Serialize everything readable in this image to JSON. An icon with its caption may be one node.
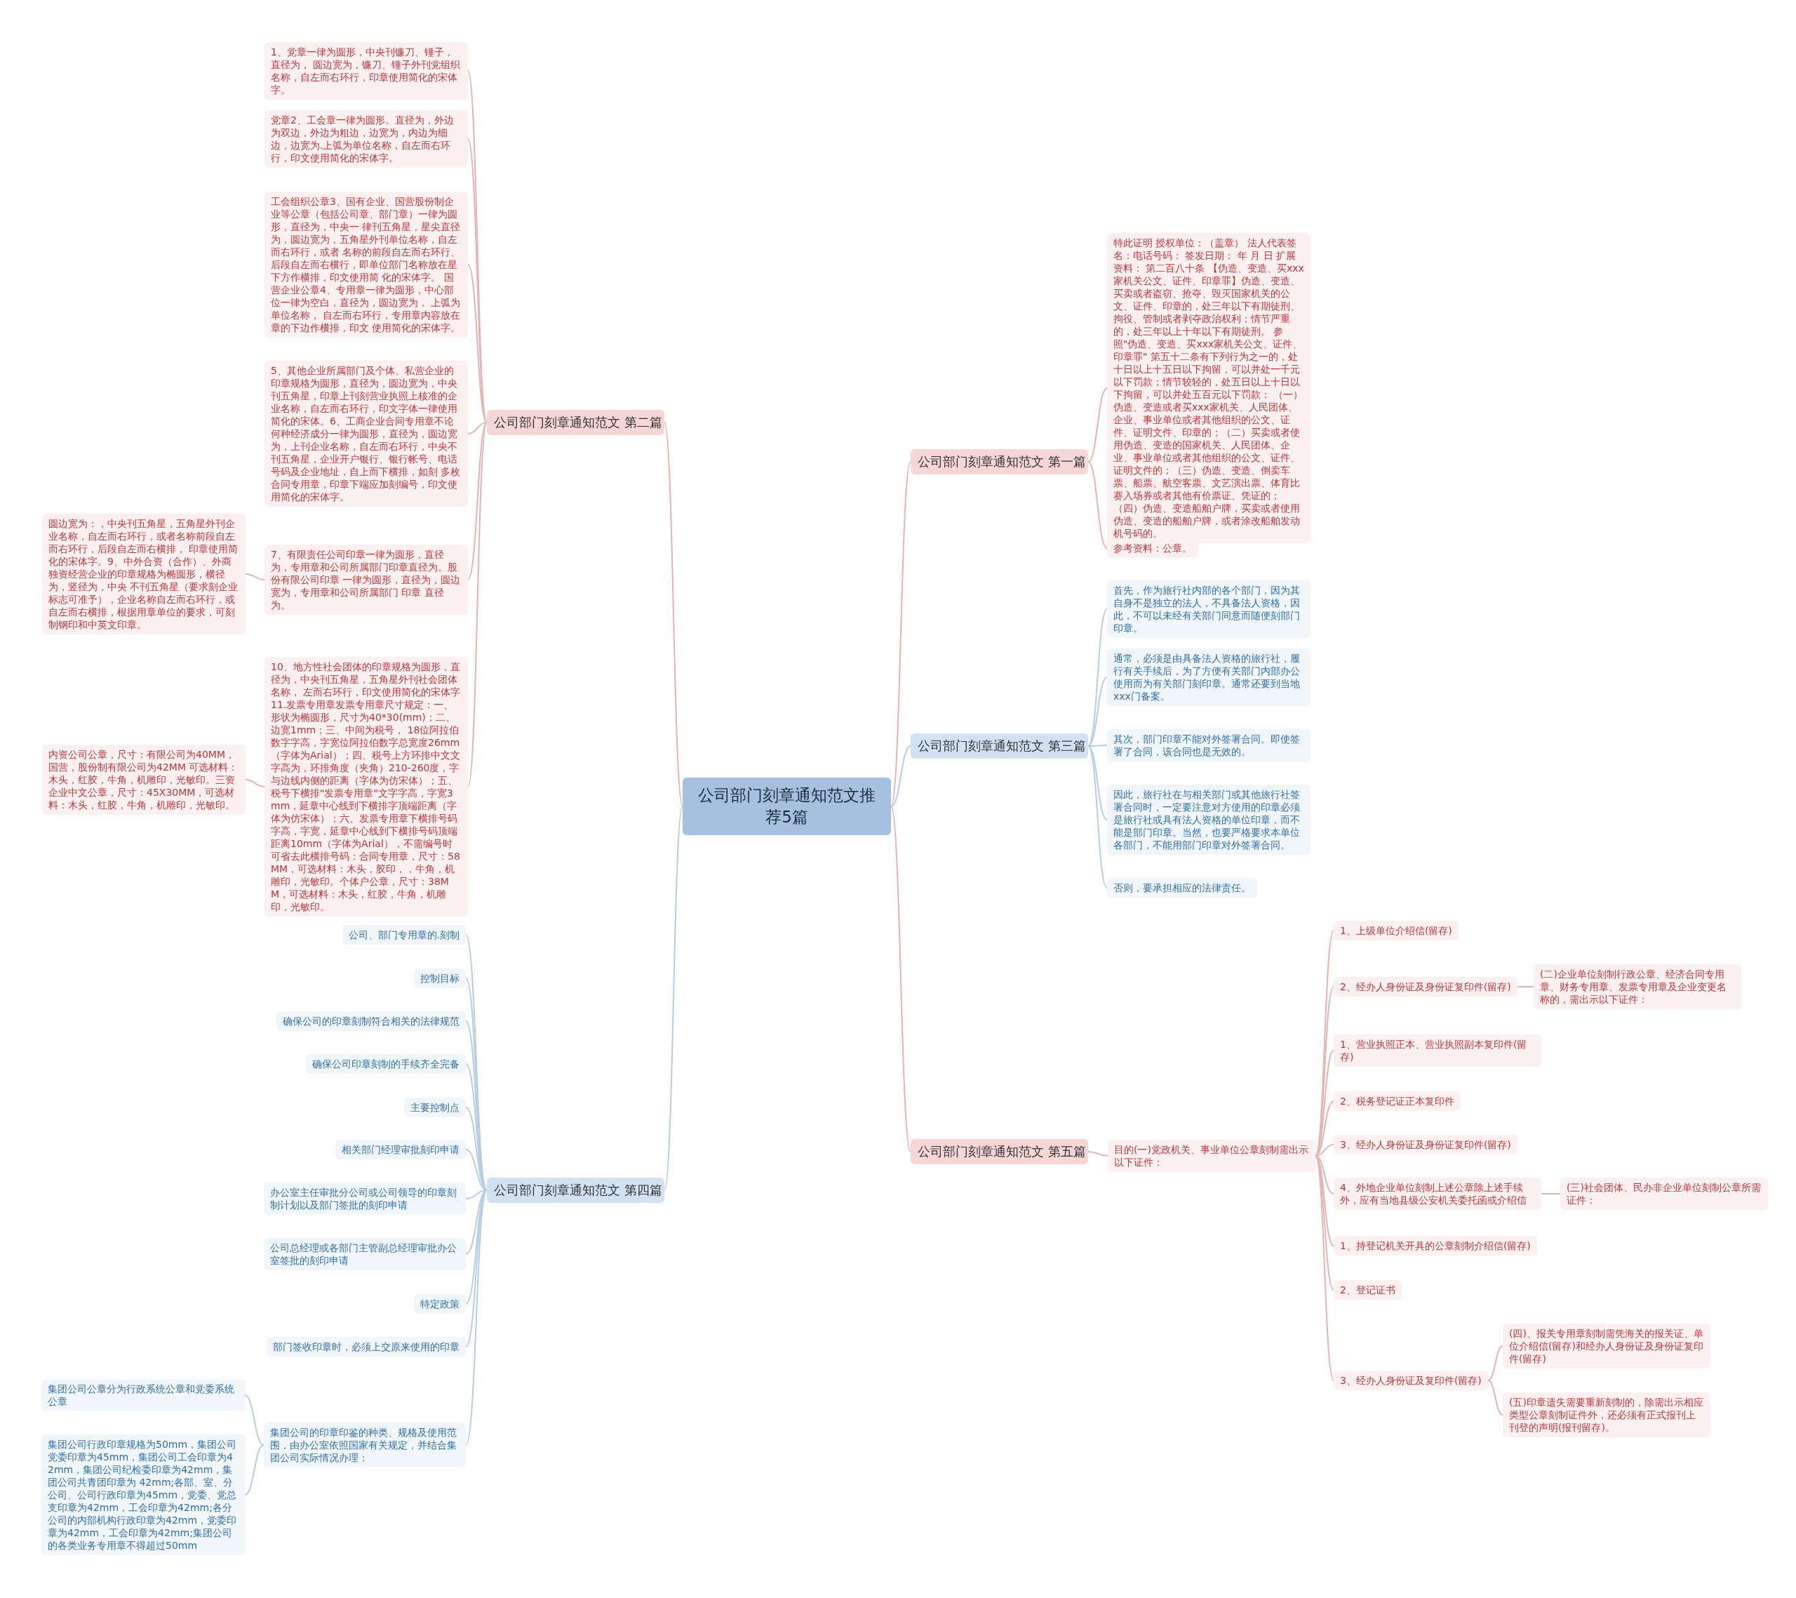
{
  "diagram": {
    "nodes": [
      {
        "text": [
          "公司部门刻章通知范文推荐5篇"
        ]
      },
      {
        "text": [
          "公司部门刻章通知范文 第二篇"
        ]
      },
      {
        "text": [
          "1、党章一律为圆形，中央刊镰刀、锤子，直径为， 圆边宽为，镰刀、锤子外刊党组织名称，自左而右环行，印章使用简化的宋体字。"
        ]
      },
      {
        "text": [
          "党章2、工会章一律为圆形。直径为，外边为双边，外边为粗边，边宽为，内边为细边，边宽为.上弧为单位名称，自左而右环行，印文使用简化的宋体字。"
        ]
      },
      {
        "text": [
          "工会组织公章3、国有企业、国营股份制企业等公章（包括公司章、部门章）一律为圆形，直径为，中央一 律刊五角星，星尖直径为，圆边宽为，五角星外刊单位名称，自左而右环行，或者 名称的前段自左而右环行、后段自左而右横行，即单位部门名称放在星下方作横排，印文使用简 化的宋体字。 国营企业公章4、专用章一律为圆形，中心部位一律为空白，直径为，圆边宽为， 上弧为单位名称， 自左而右环行，专用章内容放在章的下边作横排，印文 使用简化的宋体字。"
        ]
      },
      {
        "text": [
          "5、其他企业所属部门及个体、私营企业的印章规格为圆形，直径为，圆边宽为，中央刊五角星，印章上刊刻营业执照上核准的企业名称，自左而右环行，印文字体一律使用简化的宋体。6、工商企业合同专用章不论何种经济成分一律为圆形，直径为，圆边宽为，上刊企业名称，自左而右环行，中央不刊五角星，企业开户银行、银行帐号、电话号码及企业地址，自上而下横排，如刻 多枚合同专用章，印章下端应加刻编号，印文使用简化的宋体字。"
        ]
      },
      {
        "text": [
          "7、有限责任公司印章一律为圆形，直径为，专用章和公司所属部门印章直径为。股份有限公司印章 一律为圆形，直径为，圆边宽为，专用章和公司所属部门 印章 直径为。"
        ]
      },
      {
        "text": [
          "圆边宽为：，中央刊五角星，五角星外刊企业名称，自左而右环行，或者名称前段自左而右环行，后段自左而右横排， 印章使用简化的宋体字。9、中外合资（合作）、外商独资经营企业的印章规格为椭圆形，横径为，竖径为，中央 不刊五角星（要求刻企业标志可准予），企业名称自左而右环行，或自左而右横排，根据用章单位的要求，可刻制钢印和中英文印章。"
        ]
      },
      {
        "text": [
          "10、地方性社会团体的印章规格为圆形，直径为，中央刊五角星，五角星外刊社会团体名称， 左而右环行，印文使用简化的宋体字11.发票专用章发票专用章尺寸规定：一、形状为椭圆形，尺寸为40*30(mm)；二、边宽1mm；三、中间为税号， 18位阿拉伯数字字高，字宽位阿拉伯数字总宽度26mm（字体为Arial）；四、税号上方环排中文文字高为，环排角度（夹角）210-260度，字与边线内侧的距离（字体为仿宋体）；五、税号下横排\"发票专用章\"文字字高，字宽3mm，延章中心线到下横排字顶端距离（字体为仿宋体）；六、发票专用章下横排号码字高，字宽，延章中心线到下横排号码顶端距离10mm（字体为Arial），不需编号时可省去此横排号码：合同专用章，尺寸：58MM，可选材料：木头，胶印，，牛角，机雕印，光敏印。个体户公章，尺寸：38MM，可选材料：木头，红胶，牛角，机雕印，光敏印。"
        ]
      },
      {
        "text": [
          "内资公司公章，尺寸：有限公司为40MM，国营，股份制有限公司为42MM 可选材料：木头，红胶，牛角，机雕印，光敏印。三资企业中文公章，尺寸：45X30MM，可选材料：木头，红胶，牛角，机雕印，光敏印。"
        ]
      },
      {
        "text": [
          "公司部门刻章通知范文 第四篇"
        ]
      },
      {
        "text": [
          "公司、部门专用章的.刻制"
        ]
      },
      {
        "text": [
          "控制目标"
        ]
      },
      {
        "text": [
          "确保公司的印章刻制符合相关的法律规范"
        ]
      },
      {
        "text": [
          "确保公司印章刻制的手续齐全完备"
        ]
      },
      {
        "text": [
          "主要控制点"
        ]
      },
      {
        "text": [
          "相关部门经理审批刻印申请"
        ]
      },
      {
        "text": [
          "办公室主任审批分公司或公司领导的印章刻制计划以及部门签批的刻印申请"
        ]
      },
      {
        "text": [
          "公司总经理或各部门主管副总经理审批办公室签批的刻印申请"
        ]
      },
      {
        "text": [
          "特定政策"
        ]
      },
      {
        "text": [
          "部门签收印章时，必须上交原来使用的印章"
        ]
      },
      {
        "text": [
          "集团公司的印章印鉴的种类、规格及使用范围，由办公室依照国家有关规定，并结合集团公司实际情况办理："
        ]
      },
      {
        "text": [
          "集团公司公章分为行政系统公章和党委系统公章"
        ]
      },
      {
        "text": [
          "集团公司行政印章规格为50mm，集团公司党委印章为45mm，集团公司工会印章为42mm，集团公司纪检委印章为42mm，集团公司共青团印章为 42mm;各部、室、分公司、公司行政印章为45mm，党委、党总支印章为42mm，工会印章为42mm;各分公司的内部机构行政印章为42mm，党委印章为42mm，工会印章为42mm;集团公司的各类业务专用章不得超过50mm"
        ]
      },
      {
        "text": [
          "公司部门刻章通知范文 第一篇"
        ]
      },
      {
        "text": [
          "特此证明 授权单位：（盖章） 法人代表签名：电话号码： 签发日期： 年 月 日 扩展资料： 第二百八十条 【伪造、变造、买xxx家机关公文、证件、印章罪】伪造、变造、买卖或者盗窃、抢夺、毁灭国家机关的公文、证件、印章的，处三年以下有期徒刑、拘役、管制或者剥夺政治权利；情节严重的，处三年以上十年以下有期徒刑。 参照\"伪造、变造、买xxx家机关公文、证件、印章罪\" 第五十二条有下列行为之一的，处十日以上十五日以下拘留，可以并处一千元以下罚款；情节较轻的，处五日以上十日以下拘留，可以并处五百元以下罚款： （一）伪造、变造或者买xxx家机关、人民团体、企业、事业单位或者其他组织的公文、证件、证明文件、印章的；（二）买卖或者使用伪造、变造的国家机关、人民团体、企业、事业单位或者其他组织的公文、证件、证明文件的；（三）伪造、变造、倒卖车票、船票、航空客票、文艺演出票、体育比赛入场券或者其他有价票证、凭证的；（四）伪造、变造船舶户牌，买卖或者使用伪造、变造的船舶户牌，或者涂改船舶发动机号码的。"
        ]
      },
      {
        "text": [
          "参考资料：公章。"
        ]
      },
      {
        "text": [
          "公司部门刻章通知范文 第三篇"
        ]
      },
      {
        "text": [
          "首先，作为旅行社内部的各个部门，因为其自身不是独立的法人，不具备法人资格，因此，不可以未经有关部门同意而随便刻部门印章。"
        ]
      },
      {
        "text": [
          "通常，必须是由具备法人资格的旅行社，履行有关手续后，为了方便有关部门内部办公使用而为有关部门刻印章。通常还要到当地xxx门备案。"
        ]
      },
      {
        "text": [
          "其次，部门印章不能对外签署合同。即使签署了合同，该合同也是无效的。"
        ]
      },
      {
        "text": [
          "因此，旅行社在与相关部门或其他旅行社签署合同时，一定要注意对方使用的印章必须是旅行社或具有法人资格的单位印章，而不能是部门印章。当然，也要严格要求本单位各部门，不能用部门印章对外签署合同。"
        ]
      },
      {
        "text": [
          "否则，要承担相应的法律责任。"
        ]
      },
      {
        "text": [
          "公司部门刻章通知范文 第五篇"
        ]
      },
      {
        "text": [
          "目的(一)党政机关、事业单位公章刻制需出示以下证件："
        ]
      },
      {
        "text": [
          "1、上级单位介绍信(留存)"
        ]
      },
      {
        "text": [
          "2、经办人身份证及身份证复印件(留存)"
        ]
      },
      {
        "text": [
          "(二)企业单位刻制行政公章、经济合同专用章、财务专用章、发票专用章及企业变更名称的，需出示以下证件："
        ]
      },
      {
        "text": [
          "1、营业执照正本、营业执照副本复印件(留存)"
        ]
      },
      {
        "text": [
          "2、税务登记证正本复印件"
        ]
      },
      {
        "text": [
          "3、经办人身份证及身份证复印件(留存)"
        ]
      },
      {
        "text": [
          "4、外地企业单位刻制上述公章除上述手续外，应有当地县级公安机关委托函或介绍信"
        ]
      },
      {
        "text": [
          "(三)社会团体、民办非企业单位刻制公章所需证件："
        ]
      },
      {
        "text": [
          "1、持登记机关开具的公章刻制介绍信(留存)"
        ]
      },
      {
        "text": [
          "2、登记证书"
        ]
      },
      {
        "text": [
          "3、经办人身份证及复印件(留存)"
        ]
      },
      {
        "text": [
          "(四)、报关专用章刻制需凭海关的报关证、单位介绍信(留存)和经办人身份证及身份证复印件(留存)"
        ]
      },
      {
        "text": [
          "(五)印章遗失需要重新刻制的，除需出示相应类型公章刻制证件外，还必须有正式报刊上刊登的声明(报刊留存)。"
        ]
      }
    ],
    "edges": [
      {
        "from": 0,
        "to": 1,
        "arrow": "none"
      },
      {
        "from": 0,
        "to": 10,
        "arrow": "none"
      },
      {
        "from": 0,
        "to": 24,
        "arrow": "none"
      },
      {
        "from": 0,
        "to": 27,
        "arrow": "none"
      },
      {
        "from": 0,
        "to": 33,
        "arrow": "none"
      },
      {
        "from": 1,
        "to": 2,
        "arrow": "none"
      },
      {
        "from": 1,
        "to": 3,
        "arrow": "none"
      },
      {
        "from": 1,
        "to": 4,
        "arrow": "none"
      },
      {
        "from": 1,
        "to": 5,
        "arrow": "none"
      },
      {
        "from": 1,
        "to": 6,
        "arrow": "none"
      },
      {
        "from": 6,
        "to": 7,
        "arrow": "none"
      },
      {
        "from": 1,
        "to": 8,
        "arrow": "none"
      },
      {
        "from": 8,
        "to": 9,
        "arrow": "none"
      },
      {
        "from": 10,
        "to": 11,
        "arrow": "none"
      },
      {
        "from": 10,
        "to": 12,
        "arrow": "none"
      },
      {
        "from": 10,
        "to": 13,
        "arrow": "none"
      },
      {
        "from": 10,
        "to": 14,
        "arrow": "none"
      },
      {
        "from": 10,
        "to": 15,
        "arrow": "none"
      },
      {
        "from": 10,
        "to": 16,
        "arrow": "none"
      },
      {
        "from": 10,
        "to": 17,
        "arrow": "none"
      },
      {
        "from": 10,
        "to": 18,
        "arrow": "none"
      },
      {
        "from": 10,
        "to": 19,
        "arrow": "none"
      },
      {
        "from": 10,
        "to": 20,
        "arrow": "none"
      },
      {
        "from": 10,
        "to": 21,
        "arrow": "none"
      },
      {
        "from": 21,
        "to": 22,
        "arrow": "none"
      },
      {
        "from": 21,
        "to": 23,
        "arrow": "none"
      },
      {
        "from": 24,
        "to": 25,
        "arrow": "none"
      },
      {
        "from": 24,
        "to": 26,
        "arrow": "none"
      },
      {
        "from": 27,
        "to": 28,
        "arrow": "none"
      },
      {
        "from": 27,
        "to": 29,
        "arrow": "none"
      },
      {
        "from": 27,
        "to": 30,
        "arrow": "none"
      },
      {
        "from": 27,
        "to": 31,
        "arrow": "none"
      },
      {
        "from": 27,
        "to": 32,
        "arrow": "none"
      },
      {
        "from": 33,
        "to": 34,
        "arrow": "none"
      },
      {
        "from": 34,
        "to": 35,
        "arrow": "none"
      },
      {
        "from": 34,
        "to": 36,
        "arrow": "none"
      },
      {
        "from": 36,
        "to": 37,
        "arrow": "none"
      },
      {
        "from": 34,
        "to": 38,
        "arrow": "none"
      },
      {
        "from": 34,
        "to": 39,
        "arrow": "none"
      },
      {
        "from": 34,
        "to": 40,
        "arrow": "none"
      },
      {
        "from": 34,
        "to": 41,
        "arrow": "none"
      },
      {
        "from": 41,
        "to": 42,
        "arrow": "none"
      },
      {
        "from": 34,
        "to": 43,
        "arrow": "none"
      },
      {
        "from": 34,
        "to": 44,
        "arrow": "none"
      },
      {
        "from": 34,
        "to": 45,
        "arrow": "none"
      },
      {
        "from": 45,
        "to": 46,
        "arrow": "none"
      },
      {
        "from": 45,
        "to": 47,
        "arrow": "none"
      }
    ]
  }
}
